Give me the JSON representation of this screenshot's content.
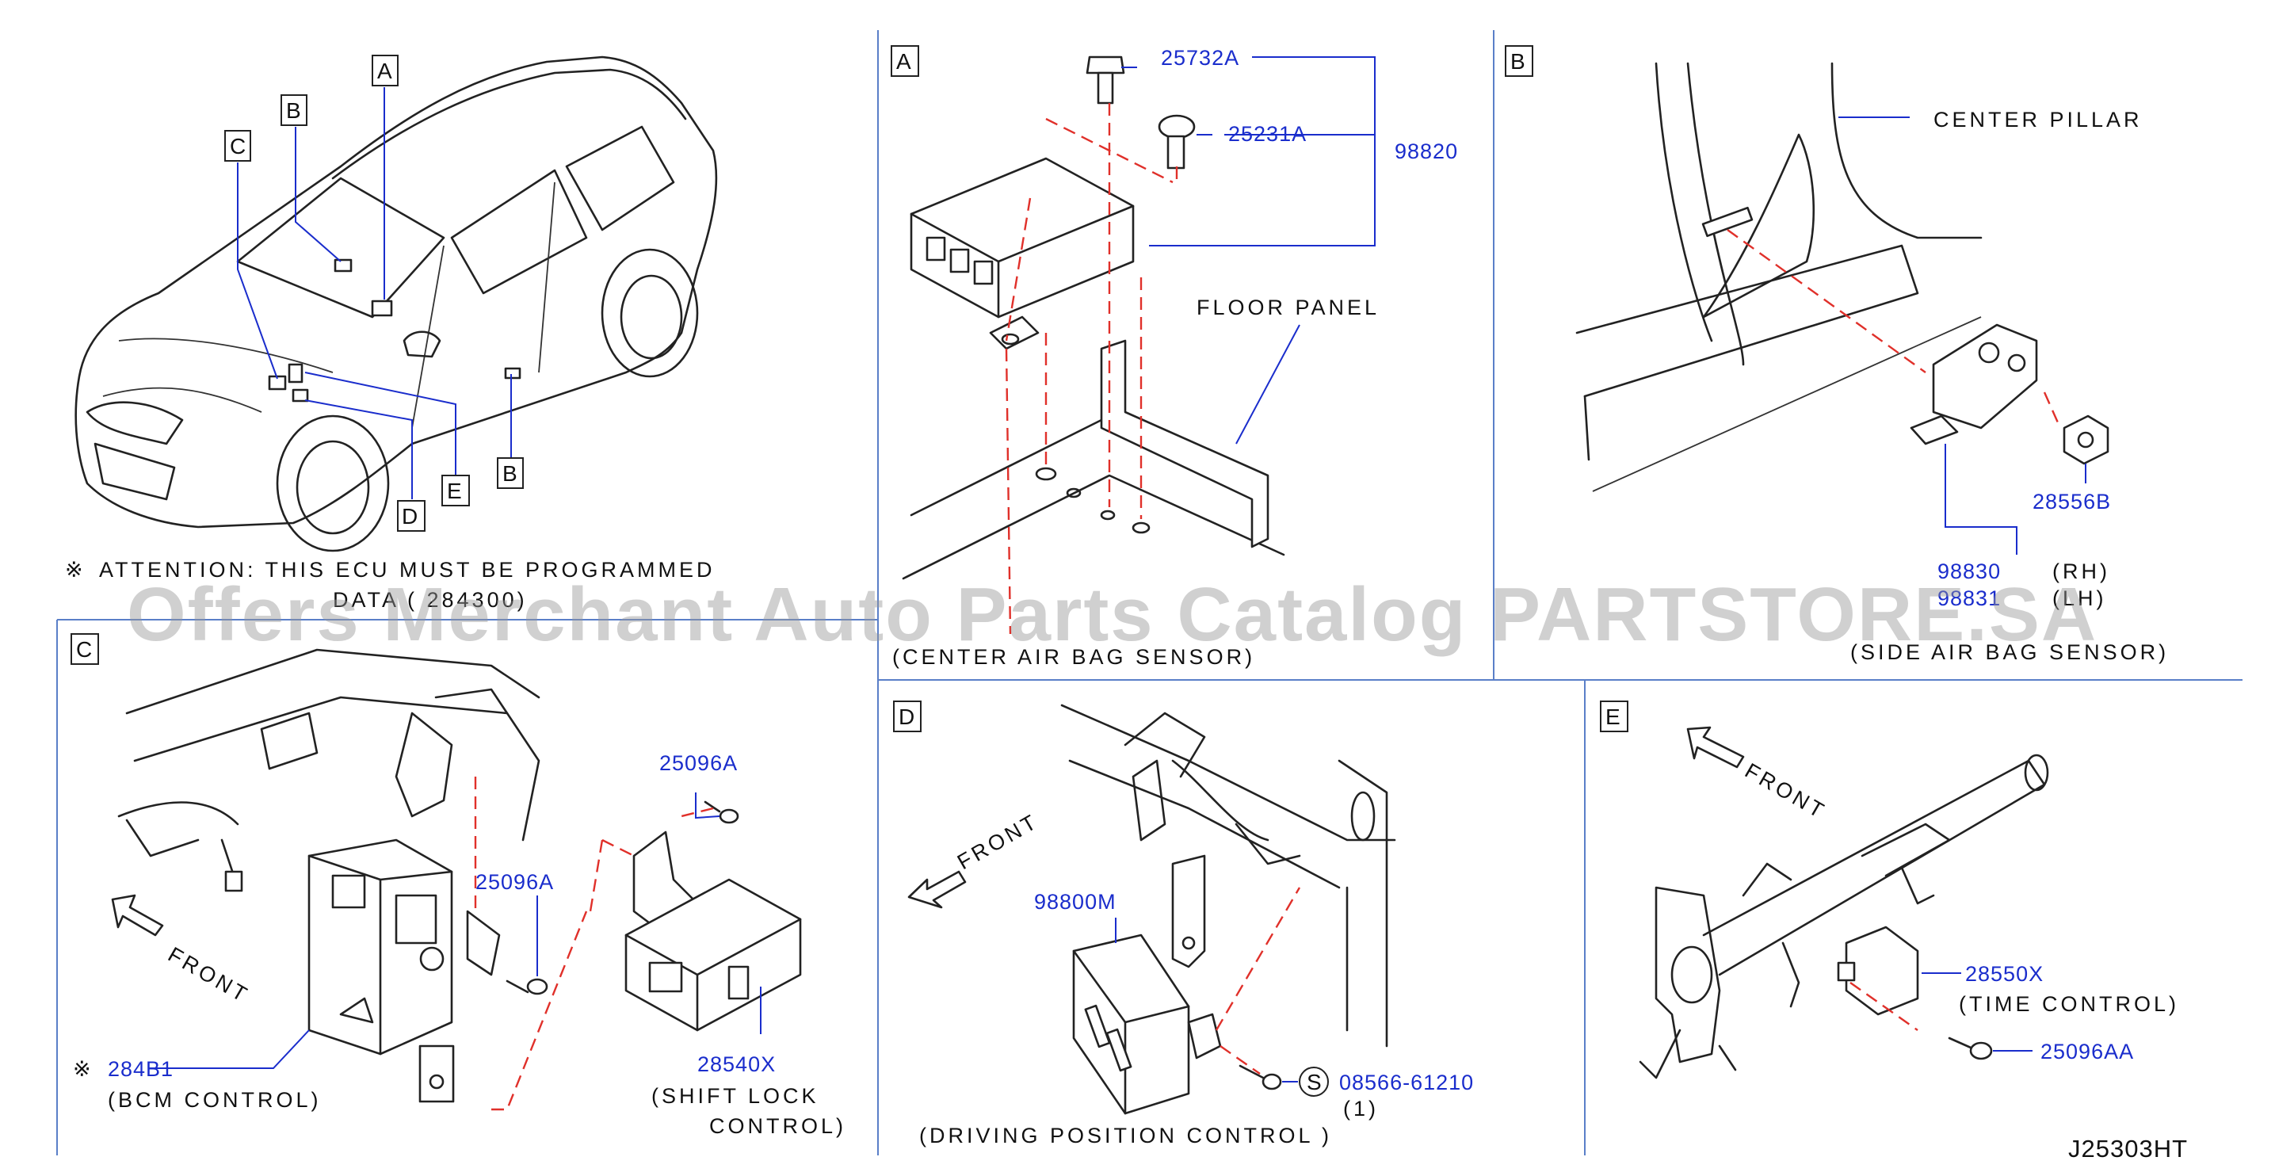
{
  "overview": {
    "callouts": [
      "A",
      "B",
      "C",
      "B",
      "D",
      "E"
    ],
    "attention_line1": "ATTENTION:  THIS  ECU  MUST  BE  PROGRAMMED",
    "attention_line2": "DATA  (  284300)",
    "attention_mark": "※"
  },
  "watermark": "Offers Merchant Auto Parts Catalog PARTSTORE.SA",
  "panel_a": {
    "letter": "A",
    "parts": [
      "25732A",
      "25231A",
      "98820"
    ],
    "floor_panel": "FLOOR   PANEL",
    "caption": "(CENTER   AIR   BAG   SENSOR)"
  },
  "panel_b": {
    "letter": "B",
    "center_pillar": "CENTER   PILLAR",
    "part_nut": "28556B",
    "part_rh": "98830",
    "part_lh": "98831",
    "label_rh": "(RH)",
    "label_lh": "(LH)",
    "caption": "(SIDE   AIR   BAG   SENSOR)"
  },
  "panel_c": {
    "letter": "C",
    "front": "FRONT",
    "part_screw_top": "25096A",
    "part_screw_mid": "25096A",
    "part_bcm": "284B1",
    "bcm_mark": "※",
    "bcm_label": "(BCM   CONTROL)",
    "part_shift": "28540X",
    "shift_label1": "(SHIFT   LOCK",
    "shift_label2": "CONTROL)"
  },
  "panel_d": {
    "letter": "D",
    "front": "FRONT",
    "part_unit": "98800M",
    "bolt_symbol": "S",
    "part_bolt": "08566-61210",
    "bolt_qty": "(1)",
    "caption": "(DRIVING   POSITION   CONTROL   )"
  },
  "panel_e": {
    "letter": "E",
    "front": "FRONT",
    "part_timer": "28550X",
    "timer_label": "(TIME   CONTROL)",
    "part_screw": "25096AA"
  },
  "footer": {
    "code": "J25303HT"
  },
  "colors": {
    "part_number": "#1a2dcc",
    "dashed_guide": "#e0302a",
    "frame": "#5a7fc8"
  }
}
